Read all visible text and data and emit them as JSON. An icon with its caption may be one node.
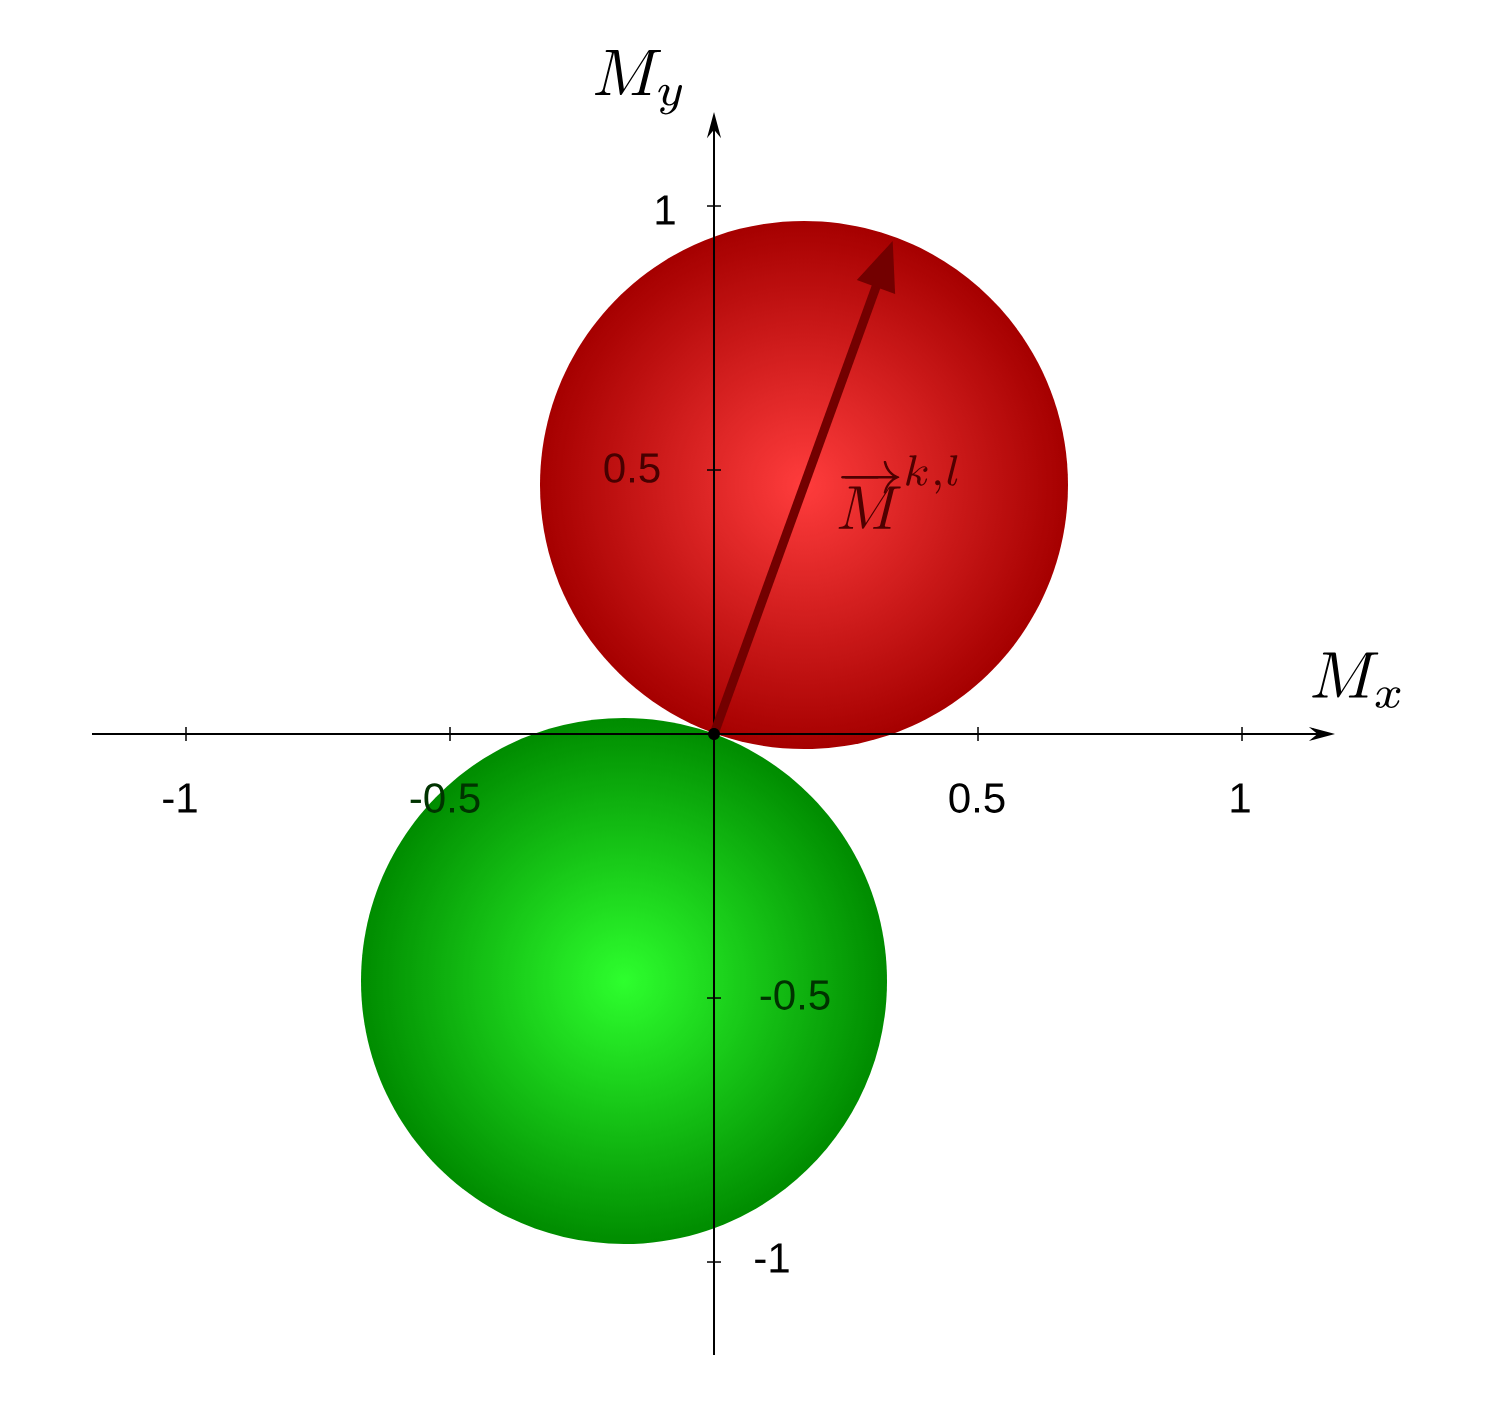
{
  "diagram": {
    "labels": [
      "M_{y}",
      "1",
      "0.5",
      "\\overrightarrow{M}^{k,l}",
      "M_{x}",
      "-1",
      "-0.5",
      "0.5",
      "1",
      "-0.5",
      "-1"
    ]
  }
}
